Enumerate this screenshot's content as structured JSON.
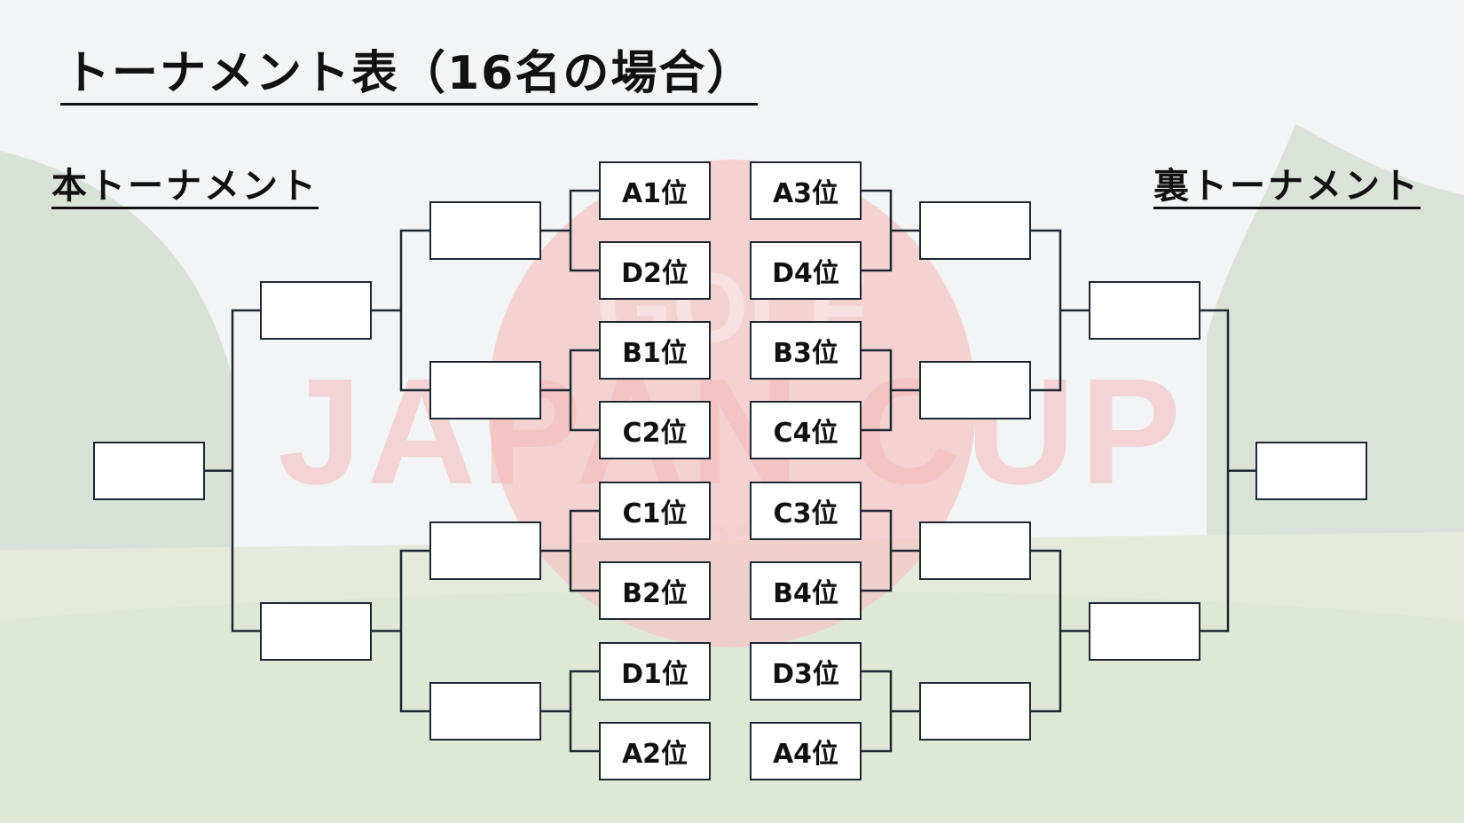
{
  "title": "トーナメント表（16名の場合）",
  "sections": {
    "main": "本トーナメント",
    "back": "裏トーナメント"
  },
  "background_logo": {
    "lines": [
      "GOLF",
      "JAPAN CUP",
      "2023"
    ]
  },
  "seeds": {
    "left": [
      "A1位",
      "D2位",
      "B1位",
      "C2位",
      "C1位",
      "B2位",
      "D1位",
      "A2位"
    ],
    "right": [
      "A3位",
      "D4位",
      "B3位",
      "C4位",
      "C3位",
      "B4位",
      "D3位",
      "A4位"
    ]
  },
  "colors": {
    "box_border": "#1d2833",
    "bracket_line": "#1d2833",
    "logo_red": "#e8333a"
  }
}
